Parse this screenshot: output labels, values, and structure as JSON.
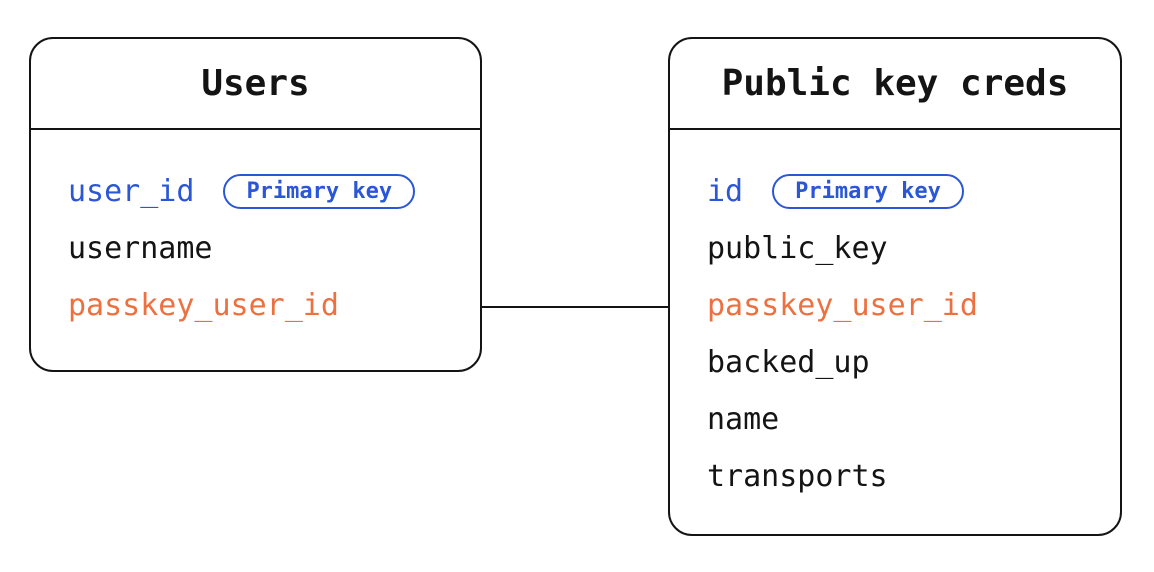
{
  "colors": {
    "blue": "#2b57d6",
    "orange": "#ed7140",
    "line": "#141414",
    "background": "#ffffff"
  },
  "diagram": {
    "tables": [
      {
        "title": "Users",
        "fields": [
          {
            "name": "user_id",
            "color": "blue",
            "badge": "Primary key"
          },
          {
            "name": "username",
            "color": "default"
          },
          {
            "name": "passkey_user_id",
            "color": "orange"
          }
        ]
      },
      {
        "title": "Public key creds",
        "fields": [
          {
            "name": "id",
            "color": "blue",
            "badge": "Primary key"
          },
          {
            "name": "public_key",
            "color": "default"
          },
          {
            "name": "passkey_user_id",
            "color": "orange"
          },
          {
            "name": "backed_up",
            "color": "default"
          },
          {
            "name": "name",
            "color": "default"
          },
          {
            "name": "transports",
            "color": "default"
          }
        ]
      }
    ],
    "relationship": {
      "from_table": "Users",
      "from_field": "passkey_user_id",
      "to_table": "Public key creds",
      "to_field": "passkey_user_id"
    }
  }
}
